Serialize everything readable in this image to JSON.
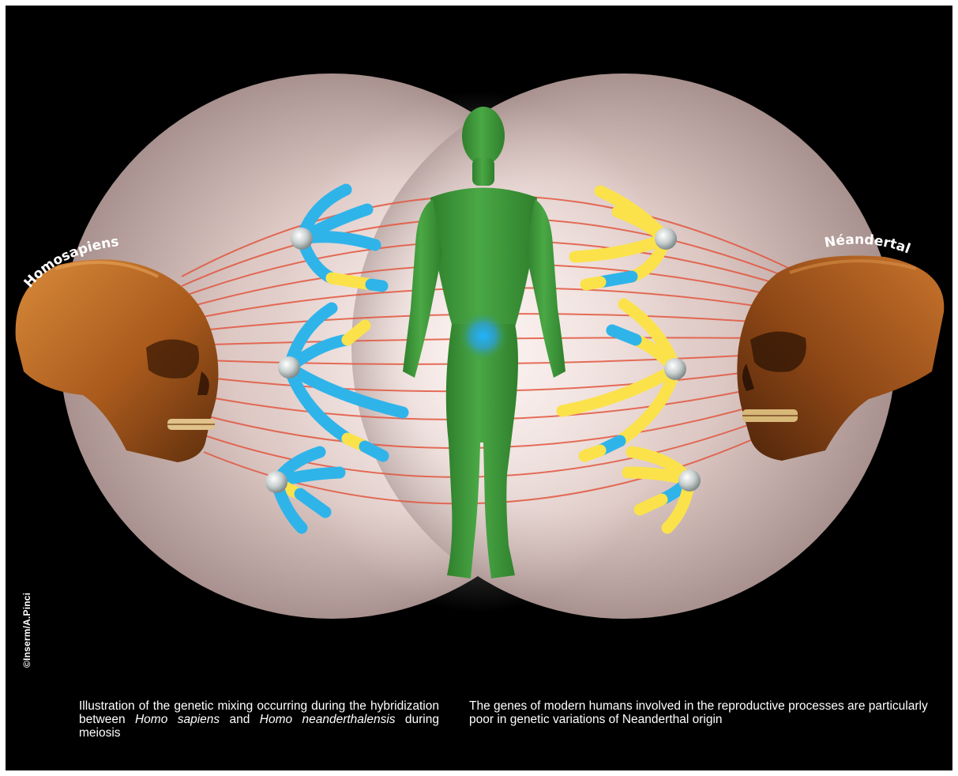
{
  "labels": {
    "left_species": "Homosapiens",
    "right_species": "Néandertal",
    "credit": "©Inserm/A.Pinci"
  },
  "captions": {
    "left": {
      "part1": "Illustration of the genetic mixing occurring during the hybridization between ",
      "italic1": "Homo sapiens",
      "part2": " and ",
      "italic2": "Homo neanderthalensis",
      "part3": " during meiosis"
    },
    "right": "The genes of modern humans involved in the reproductive processes are particularly poor in genetic variations of Neanderthal origin"
  },
  "colors": {
    "background": "#000000",
    "cell": "#e6d6d2",
    "spindle_fiber": "#e2573f",
    "sapiens_chromosome": "#2fb4ea",
    "neanderthal_chromosome": "#fbe24b",
    "human_figure": "#3f9b3a",
    "reproductive_glow": "#2aa3ff",
    "skull": "#b2641f"
  },
  "icons": {
    "left_skull": "homo-sapiens-skull-icon",
    "right_skull": "neanderthal-skull-icon",
    "centromere": "centromere-sphere-icon",
    "human": "human-figure-icon"
  }
}
